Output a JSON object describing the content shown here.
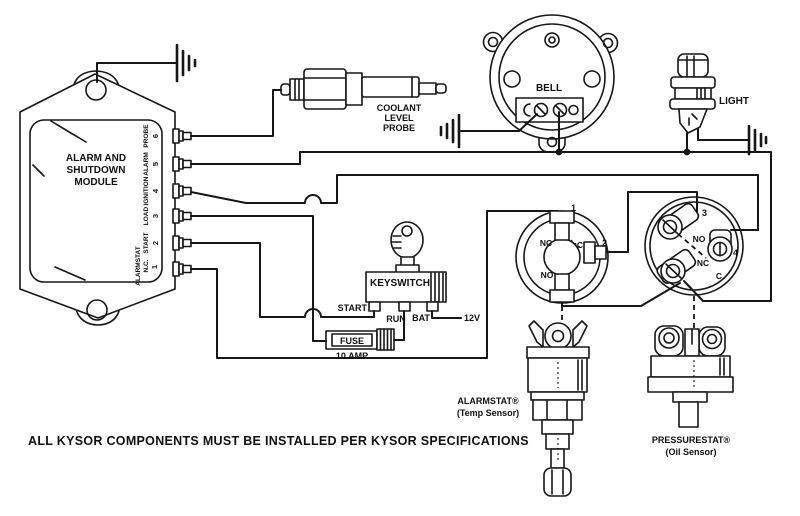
{
  "note": "ALL KYSOR COMPONENTS MUST BE INSTALLED PER KYSOR SPECIFICATIONS",
  "module": {
    "title1": "ALARM AND",
    "title2": "SHUTDOWN",
    "title3": "MODULE",
    "terminals": [
      {
        "num": "6",
        "label": "PROBE"
      },
      {
        "num": "5",
        "label": "ALARM"
      },
      {
        "num": "4",
        "label": "IGNITION"
      },
      {
        "num": "3",
        "label": "LOAD"
      },
      {
        "num": "2",
        "label": "START"
      },
      {
        "num": "1",
        "label": "N.C.",
        "label2": "ALARMSTAT"
      }
    ]
  },
  "probe": {
    "line1": "COOLANT",
    "line2": "LEVEL",
    "line3": "PROBE"
  },
  "bell": {
    "label": "BELL"
  },
  "light": {
    "label": "LIGHT"
  },
  "keyswitch": {
    "label": "KEYSWITCH",
    "start": "START",
    "run": "RUN",
    "bat": "BAT",
    "supply": "12V"
  },
  "fuse": {
    "label": "FUSE",
    "rating": "10 AMP"
  },
  "alarmstat_switch": {
    "t1": "1",
    "t2": "2",
    "nc": "NC",
    "no": "NO",
    "c": "C"
  },
  "pressurestat_switch": {
    "t3": "3",
    "t4": "4",
    "no": "NO",
    "nc": "NC",
    "c": "C"
  },
  "temp_sensor": {
    "name": "ALARMSTAT®",
    "type": "(Temp Sensor)"
  },
  "oil_sensor": {
    "name": "PRESSURESTAT®",
    "type": "(Oil Sensor)"
  }
}
